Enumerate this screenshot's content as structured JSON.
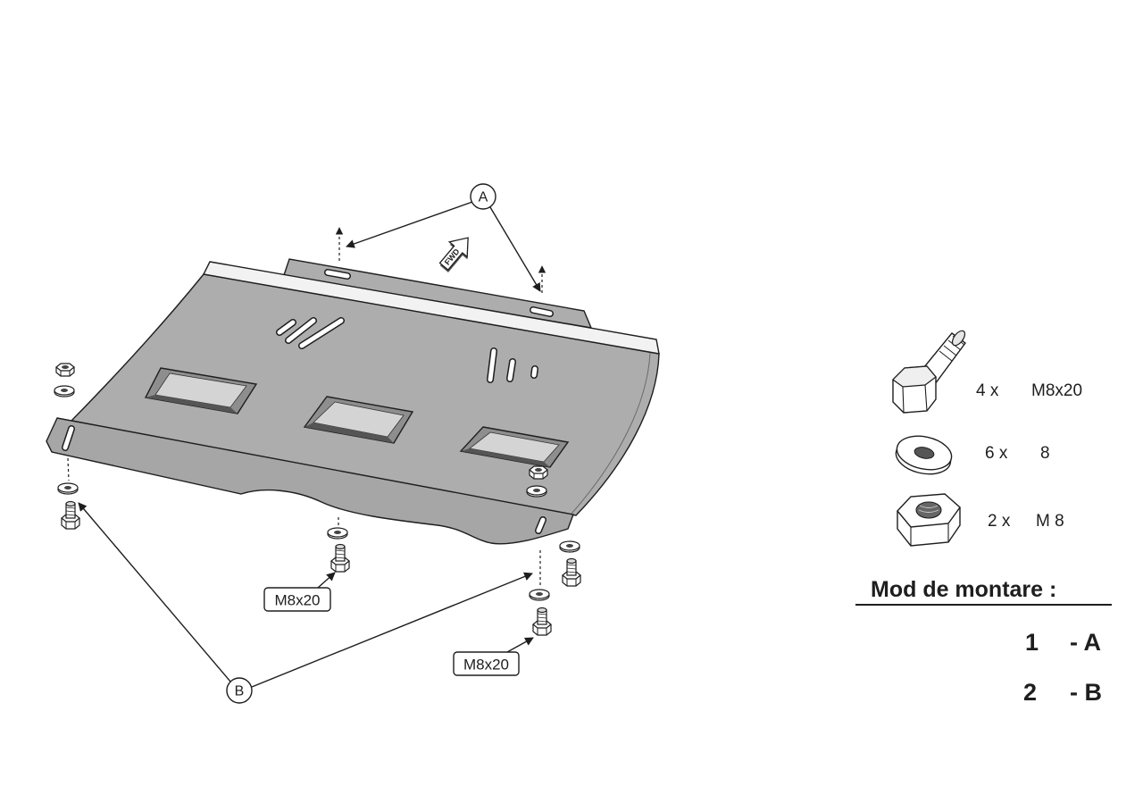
{
  "diagram": {
    "fwd_label": "FWD",
    "callout_a": "A",
    "callout_b": "B",
    "bolt_callouts": [
      "M8x20",
      "M8x20"
    ]
  },
  "parts": [
    {
      "qty": "4 x",
      "size": "M8x20",
      "icon": "hex-bolt-icon"
    },
    {
      "qty": "6 x",
      "size": "8",
      "icon": "washer-icon"
    },
    {
      "qty": "2 x",
      "size": "M 8",
      "icon": "hex-nut-icon"
    }
  ],
  "mounting": {
    "title": "Mod de montare :",
    "steps": [
      {
        "number": "1",
        "ref": "- A"
      },
      {
        "number": "2",
        "ref": "- B"
      }
    ]
  },
  "colors": {
    "plate": "#adadad",
    "flange_band": "#f2f2f2",
    "line": "#1e1e1e"
  }
}
